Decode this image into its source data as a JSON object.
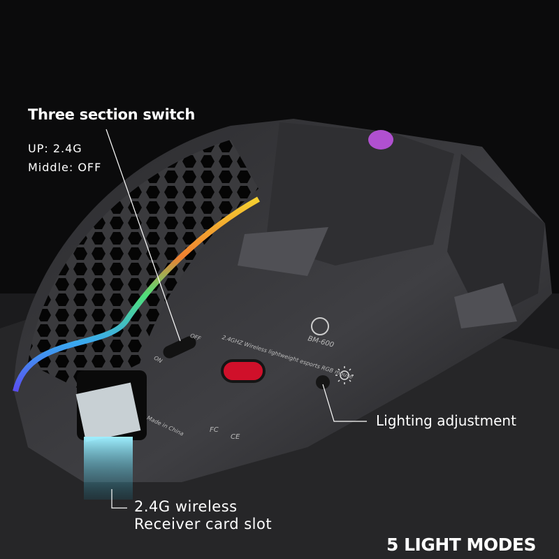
{
  "annotations": {
    "switch_title": "Three section switch",
    "switch_up": "UP: 2.4G",
    "switch_middle": "Middle: OFF",
    "lighting": "Lighting adjustment",
    "receiver_line1": "2.4G wireless",
    "receiver_line2": "Receiver card slot",
    "light_modes": "5 LIGHT MODES"
  },
  "mouse_print": {
    "model": "BM-600",
    "tagline": "2.4GHZ Wireless lightweight esports RGB mouse",
    "switch_off": "OFF",
    "switch_on": "ON",
    "origin": "Made in China",
    "cert_fc": "FC",
    "cert_ce": "CE"
  },
  "colors": {
    "background": "#0b0b0c",
    "mouse_body": "#3a3a3d",
    "sensor": "#d0102a",
    "receiver_glow": "#4fd6ea"
  }
}
